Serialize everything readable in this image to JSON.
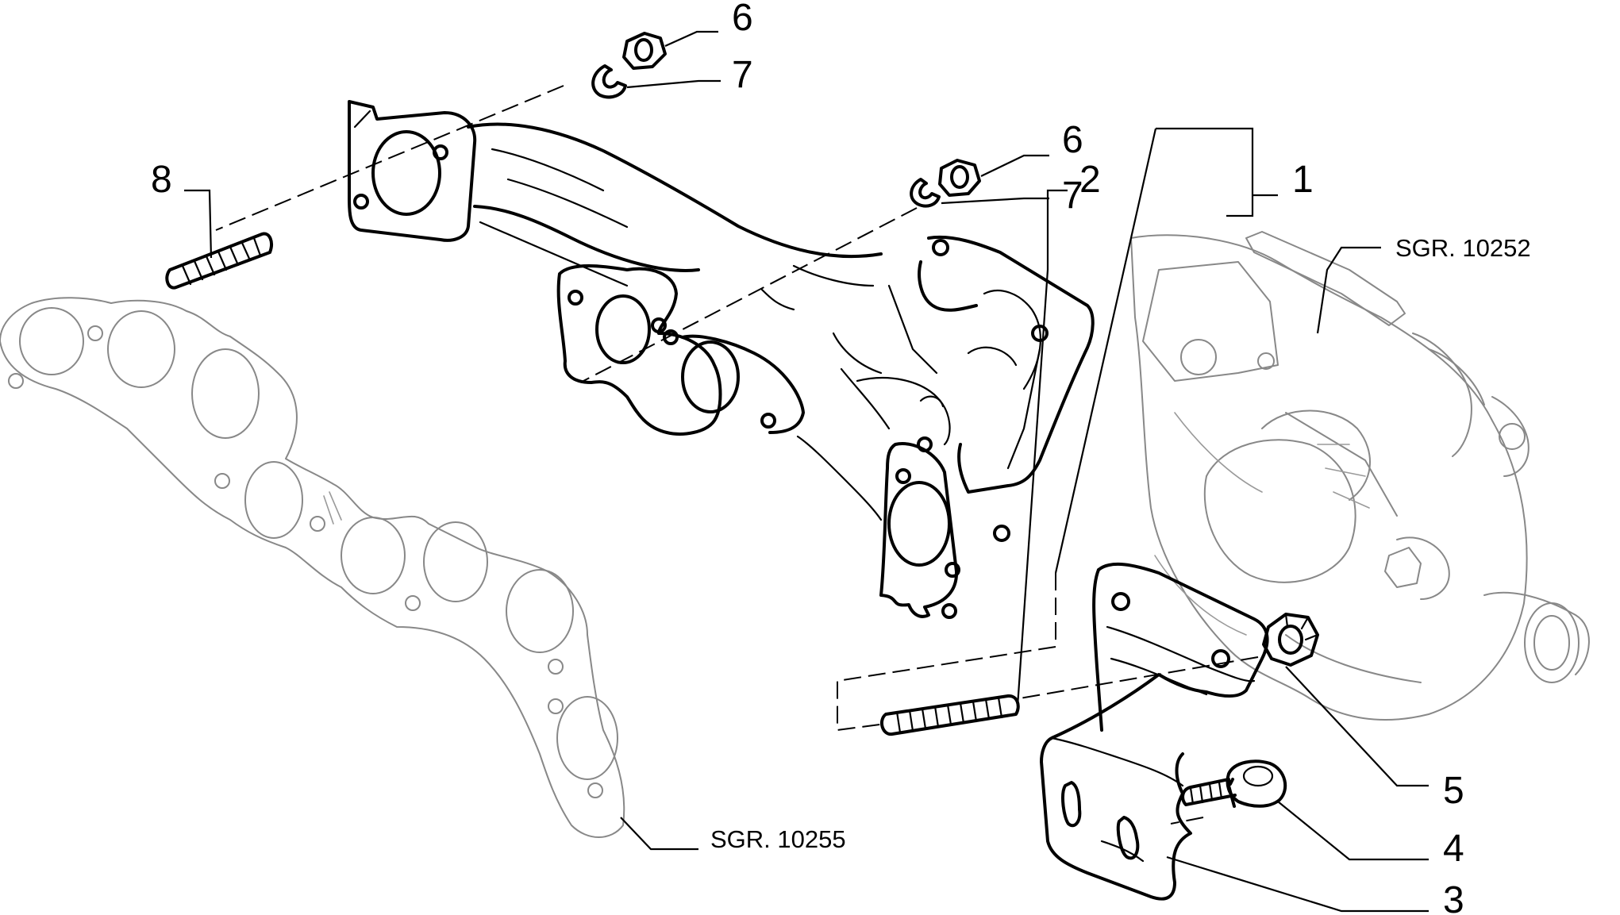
{
  "callouts": {
    "c1": "1",
    "c2": "2",
    "c3": "3",
    "c4": "4",
    "c5": "5",
    "c6a": "6",
    "c6b": "6",
    "c7a": "7",
    "c7b": "7",
    "c8": "8"
  },
  "references": {
    "lower_gasket": "SGR. 10255",
    "turbocharger": "SGR. 10252"
  }
}
